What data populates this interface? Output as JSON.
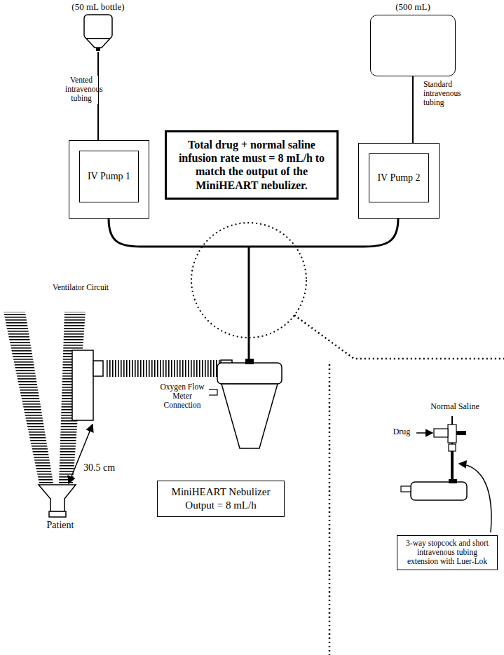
{
  "diagram": {
    "nodes": [
      {
        "text": [
          "(50 mL bottle)"
        ]
      },
      {
        "text": [
          "(500 mL)"
        ]
      },
      {
        "text": [
          "IV Pump 1"
        ]
      },
      {
        "text": [
          "Total drug + normal saline infusion rate must = 8 mL/h to match the output of the MiniHEART nebulizer."
        ]
      },
      {
        "text": [
          "IV Pump 2"
        ]
      },
      {
        "text": [
          "MiniHEART Nebulizer Output = 8 mL/h"
        ]
      },
      {
        "text": [
          "3-way stopcock and short intravenous tubing extension with Luer-Lok"
        ]
      }
    ],
    "edges": [
      {
        "from": 0,
        "to": 2,
        "arrow": "none"
      },
      {
        "from": 1,
        "to": 4,
        "arrow": "none"
      }
    ],
    "labels": [
      "Vented intravenous tubing",
      "Standard intravenous tubing",
      "Ventilator Circuit",
      "Oxygen Flow Meter Connection",
      "30.5 cm",
      "Patient",
      "Normal Saline",
      "Drug"
    ]
  }
}
